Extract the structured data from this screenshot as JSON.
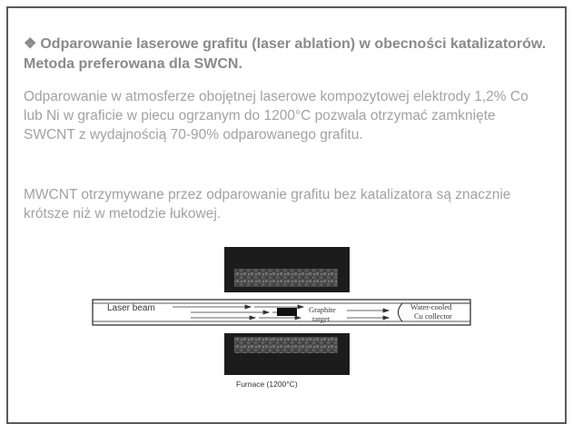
{
  "slide": {
    "heading_bullet": "❖",
    "heading": "Odparowanie laserowe grafitu (laser ablation) w obecności katalizatorów.  Metoda preferowana dla SWCN.",
    "paragraph1": "Odparowanie w atmosferze obojętnej laserowe kompozytowej elektrody 1,2% Co lub Ni w graficie w piecu ogrzanym do 1200°C pozwala otrzymać zamknięte SWCNT  z wydajnością 70-90% odparowanego grafitu.",
    "paragraph2": "MWCNT otrzymywane przez odparowanie grafitu bez katalizatora są znacznie krótsze niż w metodzie łukowej."
  },
  "figure": {
    "laser_beam_label": "Laser beam",
    "graphite_label_line1": "Graphite",
    "graphite_label_line2": "target",
    "collector_label_line1": "Water-cooled",
    "collector_label_line2": "Cu collector",
    "furnace_label": "Furnace (1200°C)"
  }
}
